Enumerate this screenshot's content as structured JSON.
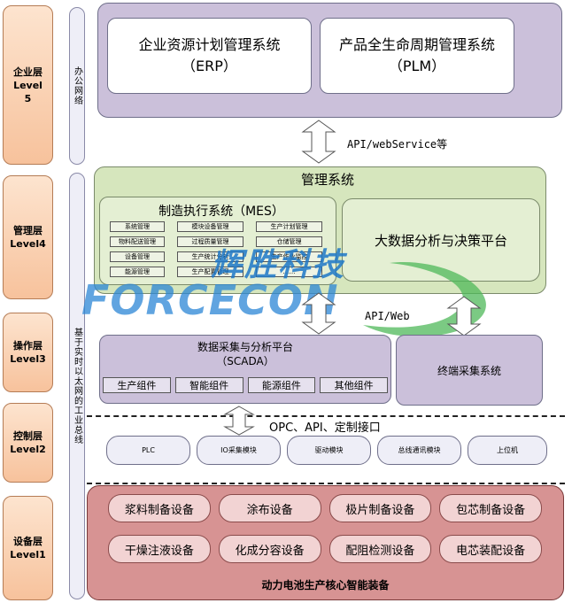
{
  "levels": [
    {
      "name": "企业层",
      "code": "Level",
      "num": "5"
    },
    {
      "name": "管理层",
      "code": "Level4",
      "num": ""
    },
    {
      "name": "操作层",
      "code": "Level3",
      "num": ""
    },
    {
      "name": "控制层",
      "code": "Level2",
      "num": ""
    },
    {
      "name": "设备层",
      "code": "Level1",
      "num": ""
    }
  ],
  "vbars": {
    "office_network": "办公网络",
    "ethernet_bus": "基于实时以太网的工业总线"
  },
  "enterprise": {
    "erp_line1": "企业资源计划管理系统",
    "erp_line2": "（ERP）",
    "plm_line1": "产品全生命周期管理系统",
    "plm_line2": "（PLM）"
  },
  "interface_api_ws": "API/webService等",
  "management": {
    "title": "管理系统",
    "mes_title": "制造执行系统（MES）",
    "mes_items": [
      "系统管理",
      "模块设备管理",
      "生产计划管理",
      "物料配送管理",
      "过程质量管理",
      "仓储管理",
      "设备管理",
      "生产统计分析",
      "生产作业监控",
      "能源管理",
      "生产配置管理",
      "……"
    ],
    "bigdata": "大数据分析与决策平台"
  },
  "interface_api_web": "API/Web",
  "watermark": {
    "cn": "辉胜科技",
    "en": "FORCECON"
  },
  "scada": {
    "title": "数据采集与分析平台",
    "subtitle": "（SCADA）",
    "components": [
      "生产组件",
      "智能组件",
      "能源组件",
      "其他组件"
    ]
  },
  "terminal": "终端采集系统",
  "interface_opc": "OPC、API、定制接口",
  "control_items": [
    "PLC",
    "IO采集模块",
    "驱动模块",
    "总线通讯模块",
    "上位机"
  ],
  "equipment": {
    "items": [
      "浆料制备设备",
      "涂布设备",
      "极片制备设备",
      "包芯制备设备",
      "干燥注液设备",
      "化成分容设备",
      "配阻检测设备",
      "电芯装配设备"
    ],
    "title": "动力电池生产核心智能装备"
  }
}
